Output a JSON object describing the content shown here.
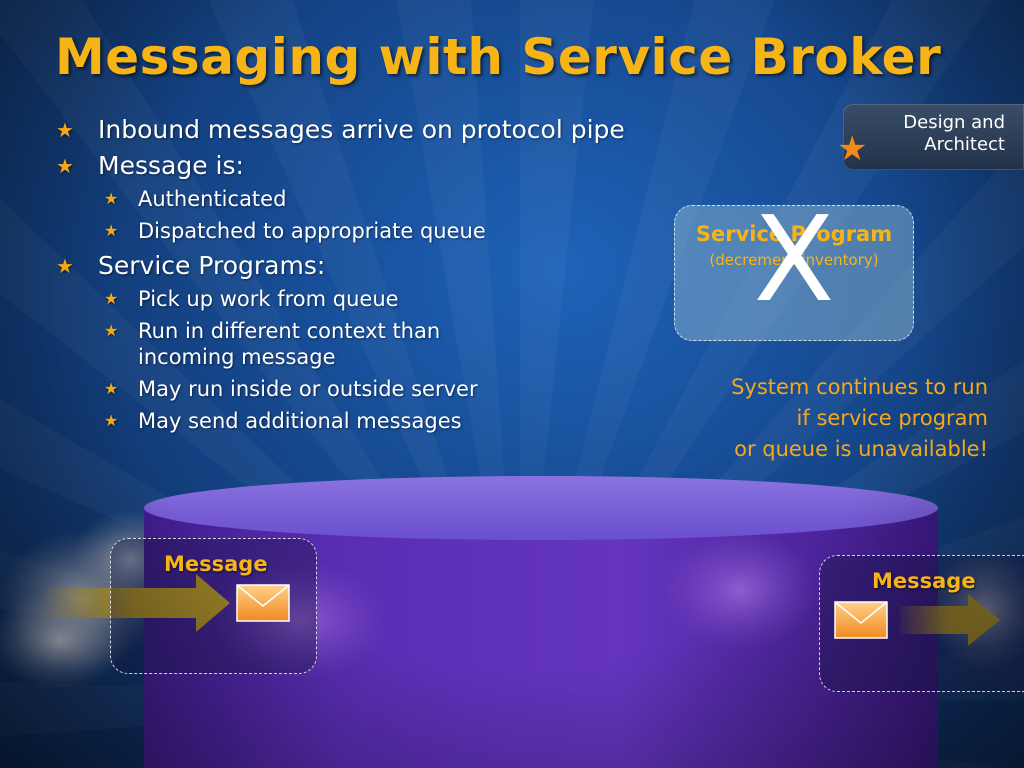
{
  "slide": {
    "title": "Messaging with Service Broker",
    "badge": {
      "line1": "Design and",
      "line2": "Architect"
    },
    "bullets": [
      {
        "level": 1,
        "text": "Inbound messages arrive on protocol pipe"
      },
      {
        "level": 1,
        "text": "Message is:"
      },
      {
        "level": 2,
        "text": "Authenticated"
      },
      {
        "level": 2,
        "text": "Dispatched to appropriate queue"
      },
      {
        "level": 1,
        "text": "Service Programs:"
      },
      {
        "level": 2,
        "text": "Pick up work from queue"
      },
      {
        "level": 2,
        "text": "Run in different context than incoming message"
      },
      {
        "level": 2,
        "text": "May run inside or outside server"
      },
      {
        "level": 2,
        "text": "May send additional messages"
      }
    ],
    "service_program": {
      "title": "Service Program",
      "subtitle": "(decrement inventory)",
      "overlay": "X"
    },
    "note": {
      "line1": "System continues to run",
      "line2": "if service program",
      "line3": "or queue is unavailable!"
    },
    "inbound_message": {
      "label": "Message"
    },
    "outbound_message": {
      "label": "Message"
    }
  },
  "colors": {
    "accent": "#f6b417",
    "star": "#f6a817",
    "background": "#184f9a",
    "cylinder": "#5b2db0"
  },
  "icons": {
    "bullet": "star-icon",
    "message": "envelope-icon",
    "arrow": "arrow-right-icon",
    "unavailable": "x-icon"
  }
}
